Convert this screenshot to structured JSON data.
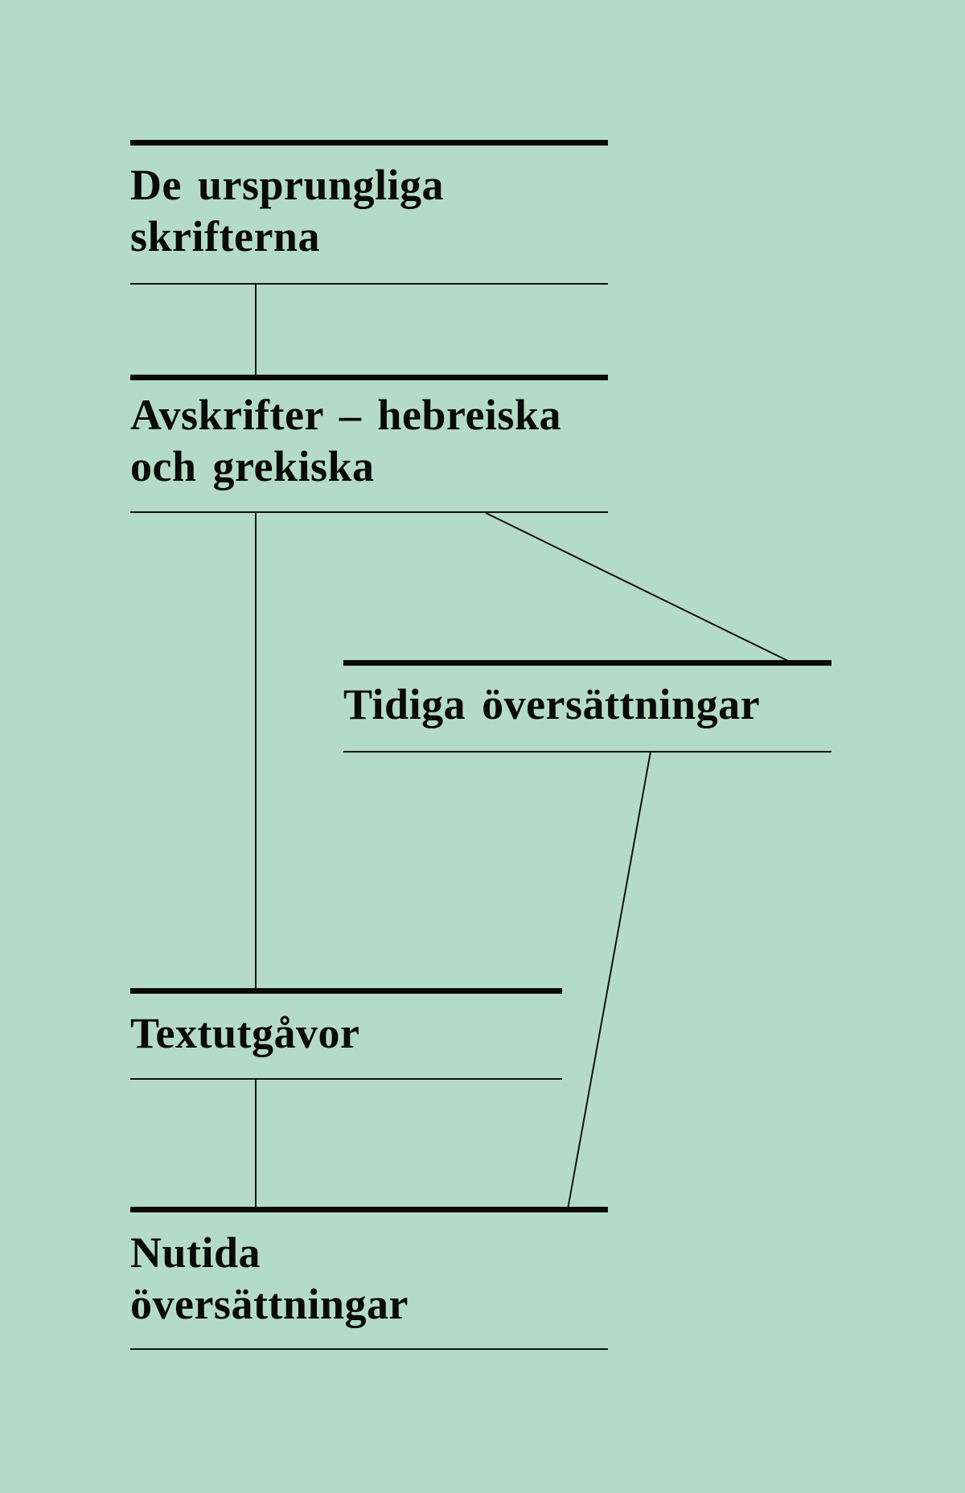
{
  "colors": {
    "background": "#b4dbc9",
    "ink": "#0a0a0a"
  },
  "nodes": [
    {
      "id": "originals",
      "line1": "De ursprungliga",
      "line2": "skrifterna"
    },
    {
      "id": "copies",
      "line1": "Avskrifter – hebreiska",
      "line2": "och grekiska"
    },
    {
      "id": "early-translations",
      "line1": "Tidiga översättningar"
    },
    {
      "id": "text-editions",
      "line1": "Textutgåvor"
    },
    {
      "id": "modern-translations",
      "line1": "Nutida",
      "line2": "översättningar"
    }
  ],
  "edges": [
    {
      "from": "originals",
      "to": "copies"
    },
    {
      "from": "copies",
      "to": "early-translations"
    },
    {
      "from": "copies",
      "to": "text-editions"
    },
    {
      "from": "early-translations",
      "to": "modern-translations"
    },
    {
      "from": "text-editions",
      "to": "modern-translations"
    }
  ]
}
